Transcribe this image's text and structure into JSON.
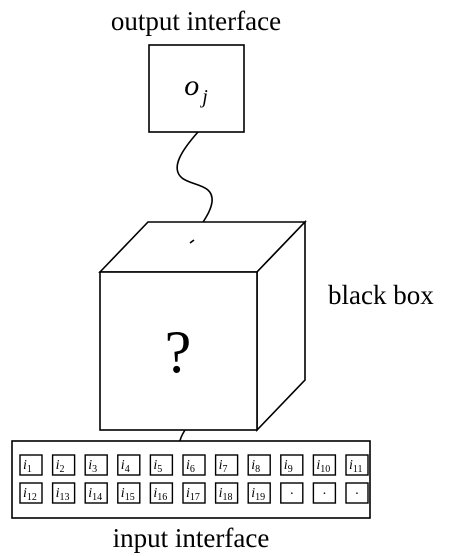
{
  "labels": {
    "output": "output interface",
    "black_box": "black box",
    "input": "input interface",
    "question": "?"
  },
  "output_node": {
    "symbol": "o",
    "subscript": "j"
  },
  "input_grid": {
    "rows": [
      [
        {
          "base": "i",
          "sub": "1"
        },
        {
          "base": "i",
          "sub": "2"
        },
        {
          "base": "i",
          "sub": "3"
        },
        {
          "base": "i",
          "sub": "4"
        },
        {
          "base": "i",
          "sub": "5"
        },
        {
          "base": "i",
          "sub": "6"
        },
        {
          "base": "i",
          "sub": "7"
        },
        {
          "base": "i",
          "sub": "8"
        },
        {
          "base": "i",
          "sub": "9"
        },
        {
          "base": "i",
          "sub": "10"
        },
        {
          "base": "i",
          "sub": "11"
        }
      ],
      [
        {
          "base": "i",
          "sub": "12"
        },
        {
          "base": "i",
          "sub": "13"
        },
        {
          "base": "i",
          "sub": "14"
        },
        {
          "base": "i",
          "sub": "15"
        },
        {
          "base": "i",
          "sub": "16"
        },
        {
          "base": "i",
          "sub": "17"
        },
        {
          "base": "i",
          "sub": "18"
        },
        {
          "base": "i",
          "sub": "19"
        },
        {
          "base": "·",
          "sub": ""
        },
        {
          "base": "·",
          "sub": ""
        },
        {
          "base": "·",
          "sub": ""
        }
      ]
    ]
  }
}
